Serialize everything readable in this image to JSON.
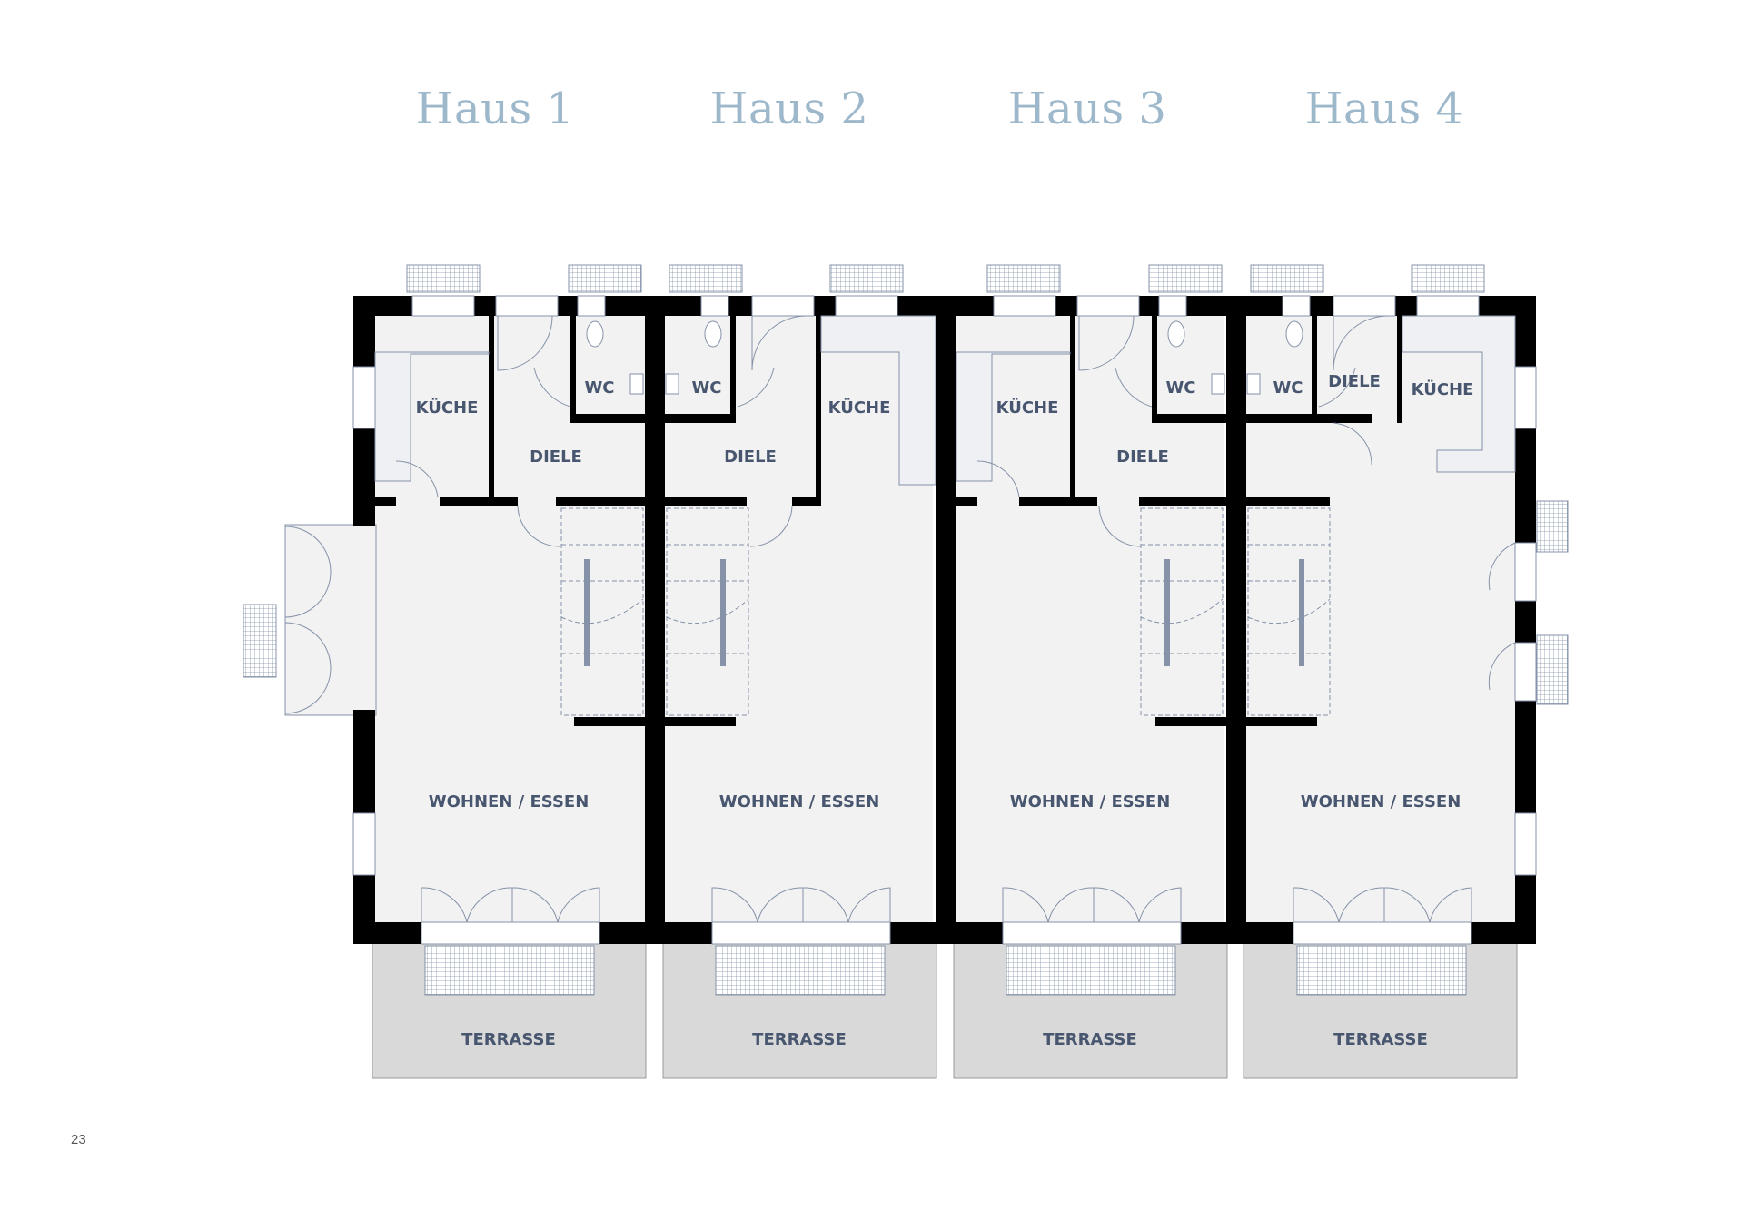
{
  "houses": [
    {
      "title": "Haus 1"
    },
    {
      "title": "Haus 2"
    },
    {
      "title": "Haus 3"
    },
    {
      "title": "Haus 4"
    }
  ],
  "rooms": {
    "kitchen": "KÜCHE",
    "hall": "DIELE",
    "wc": "WC",
    "living": "WOHNEN / ESSEN",
    "terrace": "TERRASSE"
  },
  "page_number": "23",
  "colors": {
    "title": "#9db8cb",
    "wall": "#000000",
    "floor": "#f2f2f2",
    "terrace": "#d9d9d9",
    "label": "#48566f",
    "fixture_line": "#8592a8"
  }
}
